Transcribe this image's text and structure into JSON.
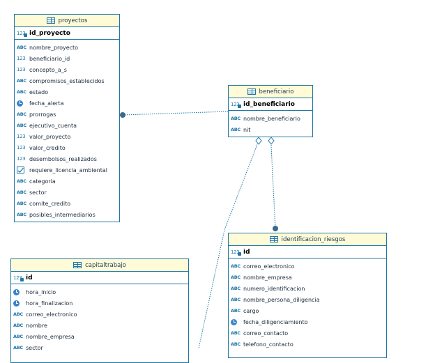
{
  "entities": {
    "proyectos": {
      "title": "proyectos",
      "pk": "id_proyecto",
      "columns": [
        {
          "name": "nombre_proyecto",
          "type": "text"
        },
        {
          "name": "beneficiario_id",
          "type": "number"
        },
        {
          "name": "concepto_a_s",
          "type": "number"
        },
        {
          "name": "compromisos_establecidos",
          "type": "text"
        },
        {
          "name": "estado",
          "type": "text"
        },
        {
          "name": "fecha_alerta",
          "type": "datetime"
        },
        {
          "name": "prorrogas",
          "type": "text"
        },
        {
          "name": "ejecutivo_cuenta",
          "type": "text"
        },
        {
          "name": "valor_proyecto",
          "type": "number"
        },
        {
          "name": "valor_credito",
          "type": "number"
        },
        {
          "name": "desembolsos_realizados",
          "type": "number"
        },
        {
          "name": "requiere_licencia_ambiental",
          "type": "boolean"
        },
        {
          "name": "categoria",
          "type": "text"
        },
        {
          "name": "sector",
          "type": "text"
        },
        {
          "name": "comite_credito",
          "type": "text"
        },
        {
          "name": "posibles_intermediarios",
          "type": "text"
        }
      ]
    },
    "beneficiario": {
      "title": "beneficiario",
      "pk": "id_beneficiario",
      "columns": [
        {
          "name": "nombre_beneficiario",
          "type": "text"
        },
        {
          "name": "nit",
          "type": "text"
        }
      ]
    },
    "identificacion_riesgos": {
      "title": "identificacion_riesgos",
      "pk": "id",
      "columns": [
        {
          "name": "correo_electronico",
          "type": "text"
        },
        {
          "name": "nombre_empresa",
          "type": "text"
        },
        {
          "name": "numero_identificacion",
          "type": "text"
        },
        {
          "name": "nombre_persona_diligencia",
          "type": "text"
        },
        {
          "name": "cargo",
          "type": "text"
        },
        {
          "name": "fecha_diligenciamiento",
          "type": "datetime"
        },
        {
          "name": "correo_contacto",
          "type": "text"
        },
        {
          "name": "telefono_contacto",
          "type": "text"
        }
      ]
    },
    "capitaltrabajo": {
      "title": "capitaltrabajo",
      "pk": "id",
      "columns": [
        {
          "name": "hora_inicio",
          "type": "datetime"
        },
        {
          "name": "hora_finalizacion",
          "type": "datetime"
        },
        {
          "name": "correo_electronico",
          "type": "text"
        },
        {
          "name": "nombre",
          "type": "text"
        },
        {
          "name": "nombre_empresa",
          "type": "text"
        },
        {
          "name": "sector",
          "type": "text"
        }
      ]
    }
  },
  "type_glyphs": {
    "text": "ABC",
    "number": "123",
    "pk": "123"
  },
  "colors": {
    "border": "#1f77a4",
    "header_bg": "#fffbd6",
    "connector": "#1f77a4",
    "text": "#1a2a3a"
  }
}
